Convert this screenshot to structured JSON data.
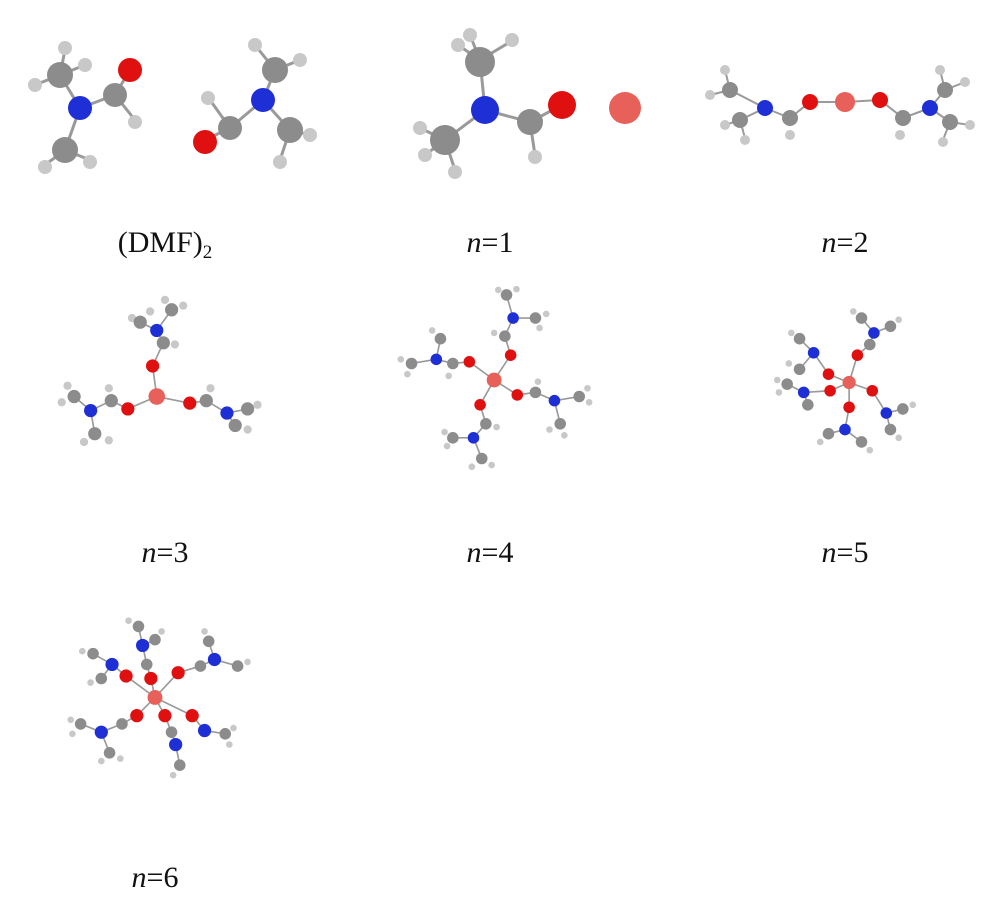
{
  "panels": [
    {
      "id": "dmf2",
      "label_main": "(DMF)",
      "label_sub": "2"
    },
    {
      "id": "n1",
      "label_n": "n",
      "label_rest": "=1"
    },
    {
      "id": "n2",
      "label_n": "n",
      "label_rest": "=2"
    },
    {
      "id": "n3",
      "label_n": "n",
      "label_rest": "=3"
    },
    {
      "id": "n4",
      "label_n": "n",
      "label_rest": "=4"
    },
    {
      "id": "n5",
      "label_n": "n",
      "label_rest": "=5"
    },
    {
      "id": "n6",
      "label_n": "n",
      "label_rest": "=6"
    }
  ],
  "atom_colors": {
    "carbon": "#8c8c8c",
    "nitrogen": "#1f2fd6",
    "oxygen": "#e01010",
    "hydrogen": "#c8c8c8",
    "cation": "#e8605a",
    "bond": "#9a9a9a"
  }
}
